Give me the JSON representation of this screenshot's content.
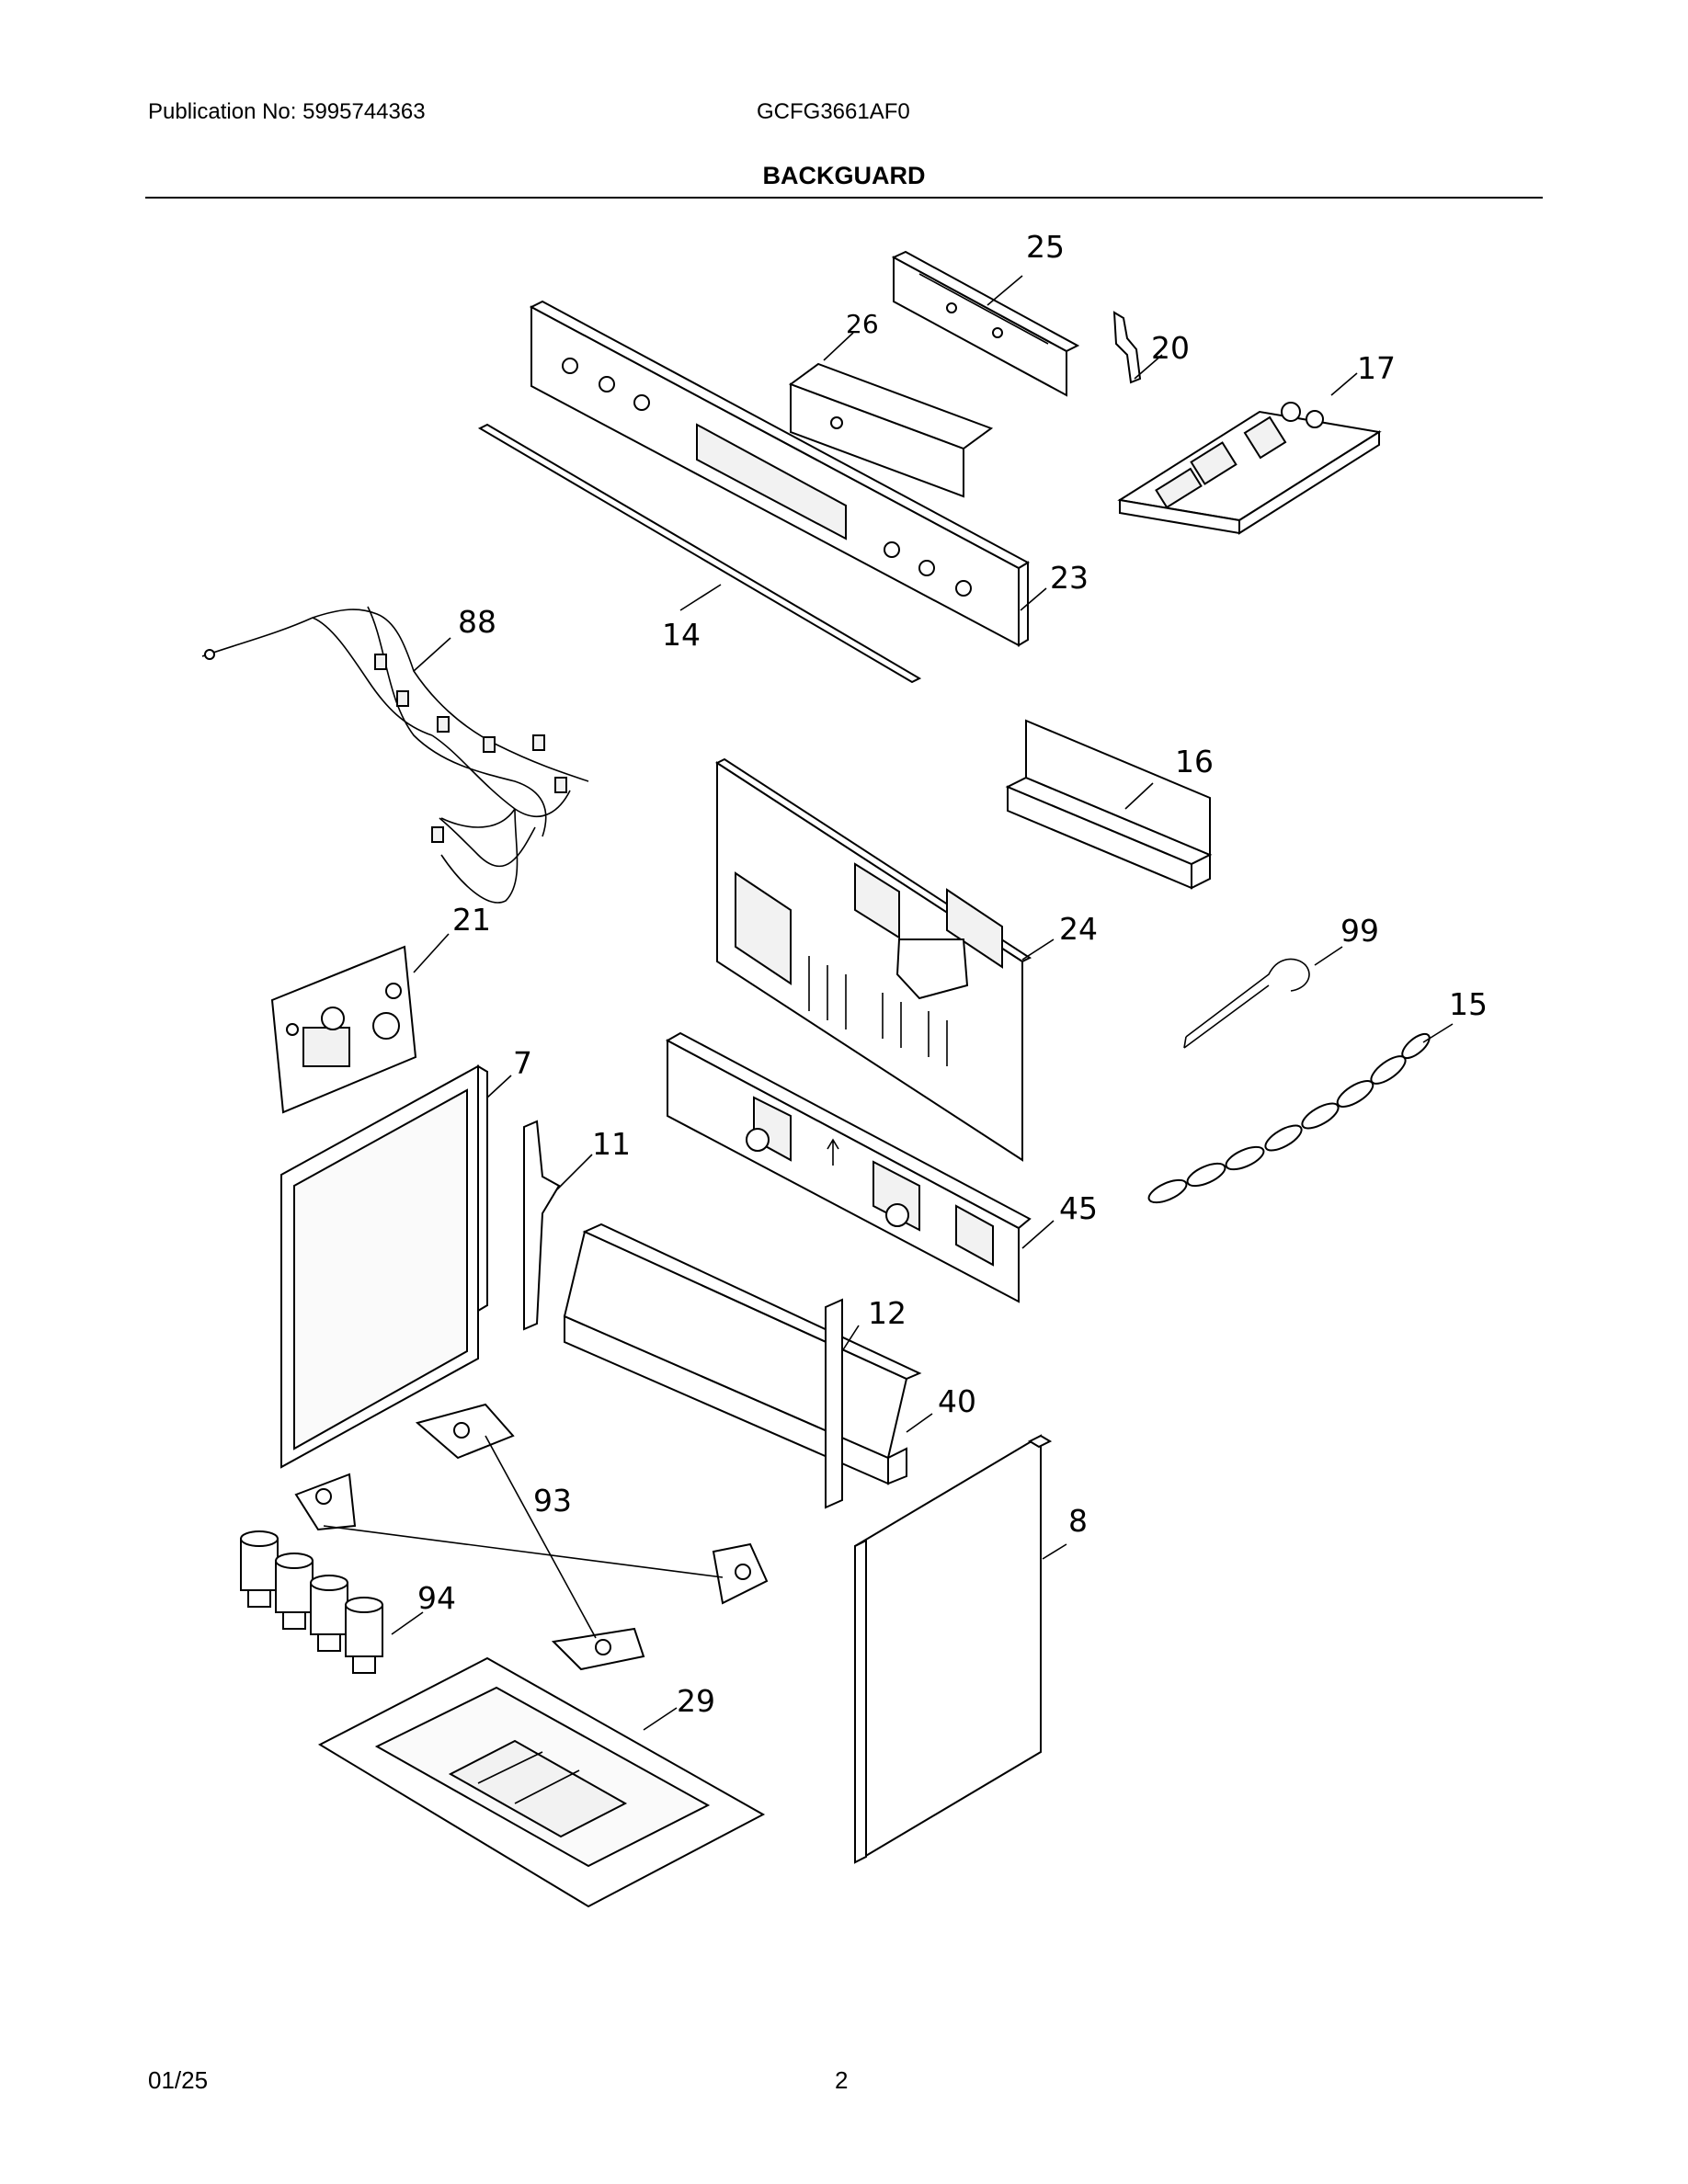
{
  "header": {
    "publication": "Publication No: 5995744363",
    "model": "GCFG3661AF0",
    "title": "BACKGUARD"
  },
  "footer": {
    "date": "01/25",
    "page": "2"
  },
  "callouts": {
    "c25": "25",
    "c26": "26",
    "c20": "20",
    "c17": "17",
    "c23": "23",
    "c14": "14",
    "c88": "88",
    "c16": "16",
    "c24": "24",
    "c21": "21",
    "c99": "99",
    "c15": "15",
    "c7": "7",
    "c11": "11",
    "c45": "45",
    "c12": "12",
    "c40": "40",
    "c93": "93",
    "c8": "8",
    "c94": "94",
    "c29": "29"
  }
}
